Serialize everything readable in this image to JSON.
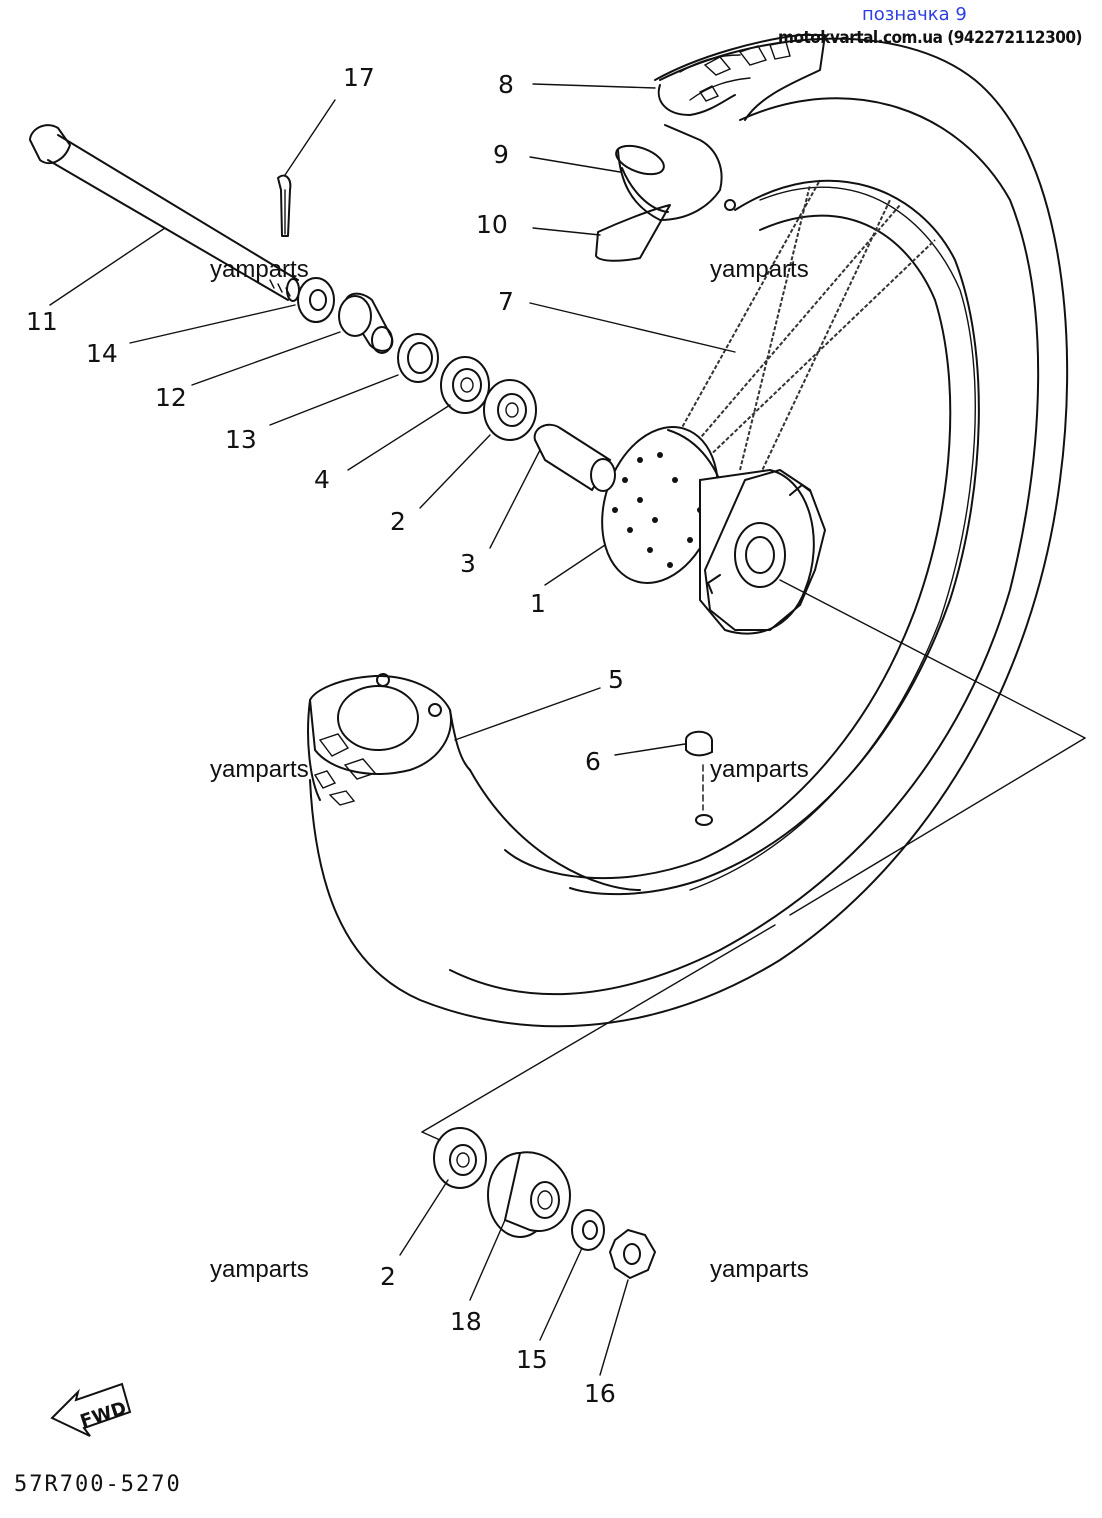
{
  "header": {
    "note": "позначка 9",
    "site": "motokvartal.com.ua (942272112300)"
  },
  "watermark": "yamparts",
  "footer": {
    "code": "57R700-5270",
    "fwd_label": "FWD"
  },
  "callouts": [
    "1",
    "2",
    "3",
    "4",
    "5",
    "6",
    "7",
    "8",
    "9",
    "10",
    "11",
    "12",
    "13",
    "14",
    "15",
    "16",
    "17",
    "18",
    "2"
  ]
}
